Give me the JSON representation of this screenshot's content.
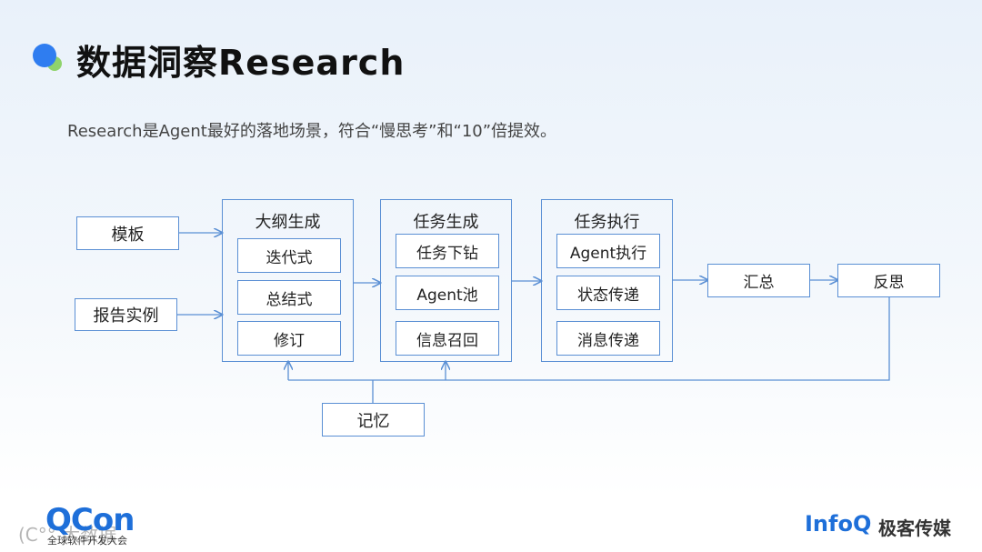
{
  "title": "数据洞察Research",
  "subtitle": "Research是Agent最好的落地场景，符合“慢思考”和“10”倍提效。",
  "inputs": {
    "template": "模板",
    "report_example": "报告实例"
  },
  "outline": {
    "title": "大纲生成",
    "items": [
      "迭代式",
      "总结式",
      "修订"
    ]
  },
  "task_gen": {
    "title": "任务生成",
    "items": [
      "任务下钻",
      "Agent池",
      "信息召回"
    ]
  },
  "task_exec": {
    "title": "任务执行",
    "items": [
      "Agent执行",
      "状态传递",
      "消息传递"
    ]
  },
  "summary": "汇总",
  "reflect": "反思",
  "memory": "记忆",
  "footer": {
    "qcon_q": "QCon",
    "qcon_sub": "全球软件开发大会",
    "watermark": "(C°° 大数据",
    "infoq": "InfoQ",
    "infoq_cn": "极客传媒"
  },
  "colors": {
    "line": "#5a8fd4",
    "accent_blue": "#2f7df0",
    "accent_green": "#8fd36b"
  }
}
